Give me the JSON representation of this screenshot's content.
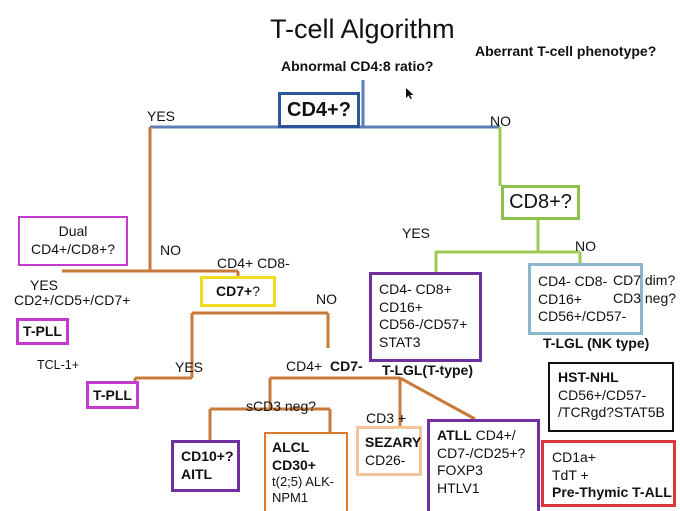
{
  "title": "T-cell Algorithm",
  "header": {
    "aberrant": "Aberrant T-cell phenotype?",
    "ratio": "Abnormal CD4:8 ratio?"
  },
  "nodes": {
    "cd4": "CD4+?",
    "yes_top": "YES",
    "no_top": "NO",
    "cd8": "CD8+?",
    "yes_cd8": "YES",
    "no_cd8": "NO",
    "dual_l1": "Dual",
    "dual_l2": "CD4+/CD8+?",
    "no_dual": "NO",
    "yes_dual": "YES",
    "cd2_markers": "CD2+/CD5+/CD7+",
    "tpll_1": "T-PLL",
    "tcl1": "TCL-1+",
    "cd4cd8": "CD4+ CD8-",
    "cd7_bold": "CD7+",
    "cd7_q": "?",
    "no_cd7": "NO",
    "yes_cd7": "YES",
    "tpll_2": "T-PLL",
    "cd4_cd7_a": "CD4+",
    "cd4_cd7_b": "CD7-",
    "scd3": "sCD3 neg?",
    "cd3pos": "CD3 +",
    "tlgl_t_lines": [
      "CD4- CD8+",
      "CD16+",
      "CD56-/CD57+",
      "STAT3"
    ],
    "tlgl_t_label": "T-LGL(T-type)",
    "tlgl_nk_lines": [
      "CD4- CD8-",
      "CD16+",
      "CD56+/CD57-"
    ],
    "tlgl_nk_side": [
      "CD7 dim?",
      "CD3 neg?"
    ],
    "tlgl_nk_label": "T-LGL (NK type)",
    "hst_title": "HST-NHL",
    "hst_lines": [
      "CD56+/CD57-",
      "/TCRgd?STAT5B"
    ],
    "aitl_l1": "CD10+?",
    "aitl_l2": "AITL",
    "alcl_l1": "ALCL",
    "alcl_l2": "CD30+",
    "alcl_l3": "t(2;5) ALK-",
    "alcl_l4": "NPM1",
    "sezary_l1": "SEZARY",
    "sezary_l2": "CD26-",
    "atll_bold": "ATLL",
    "atll_l1": "CD4+/",
    "atll_l2": "CD7-/CD25+?",
    "atll_l3": "FOXP3",
    "atll_l4": "HTLV1",
    "pret_l1": "CD1a+",
    "pret_l2": "TdT +",
    "pret_l3": "Pre-Thymic T-ALL"
  },
  "colors": {
    "blue_line": "#5b7fb4",
    "green_line": "#9ccb55",
    "orange_line": "#c87a38",
    "magenta_box": "#c33ccf",
    "yellow_box": "#f2dc1f",
    "purple_box": "#7030a0",
    "lightblue_box": "#8ab7cc",
    "orange_box": "#d97a2e",
    "peach_box": "#f2c59e",
    "red_box": "#d9383a",
    "navy_box": "#2e5597",
    "green_box": "#8cc24b"
  },
  "icons": [
    "cursor-icon"
  ]
}
